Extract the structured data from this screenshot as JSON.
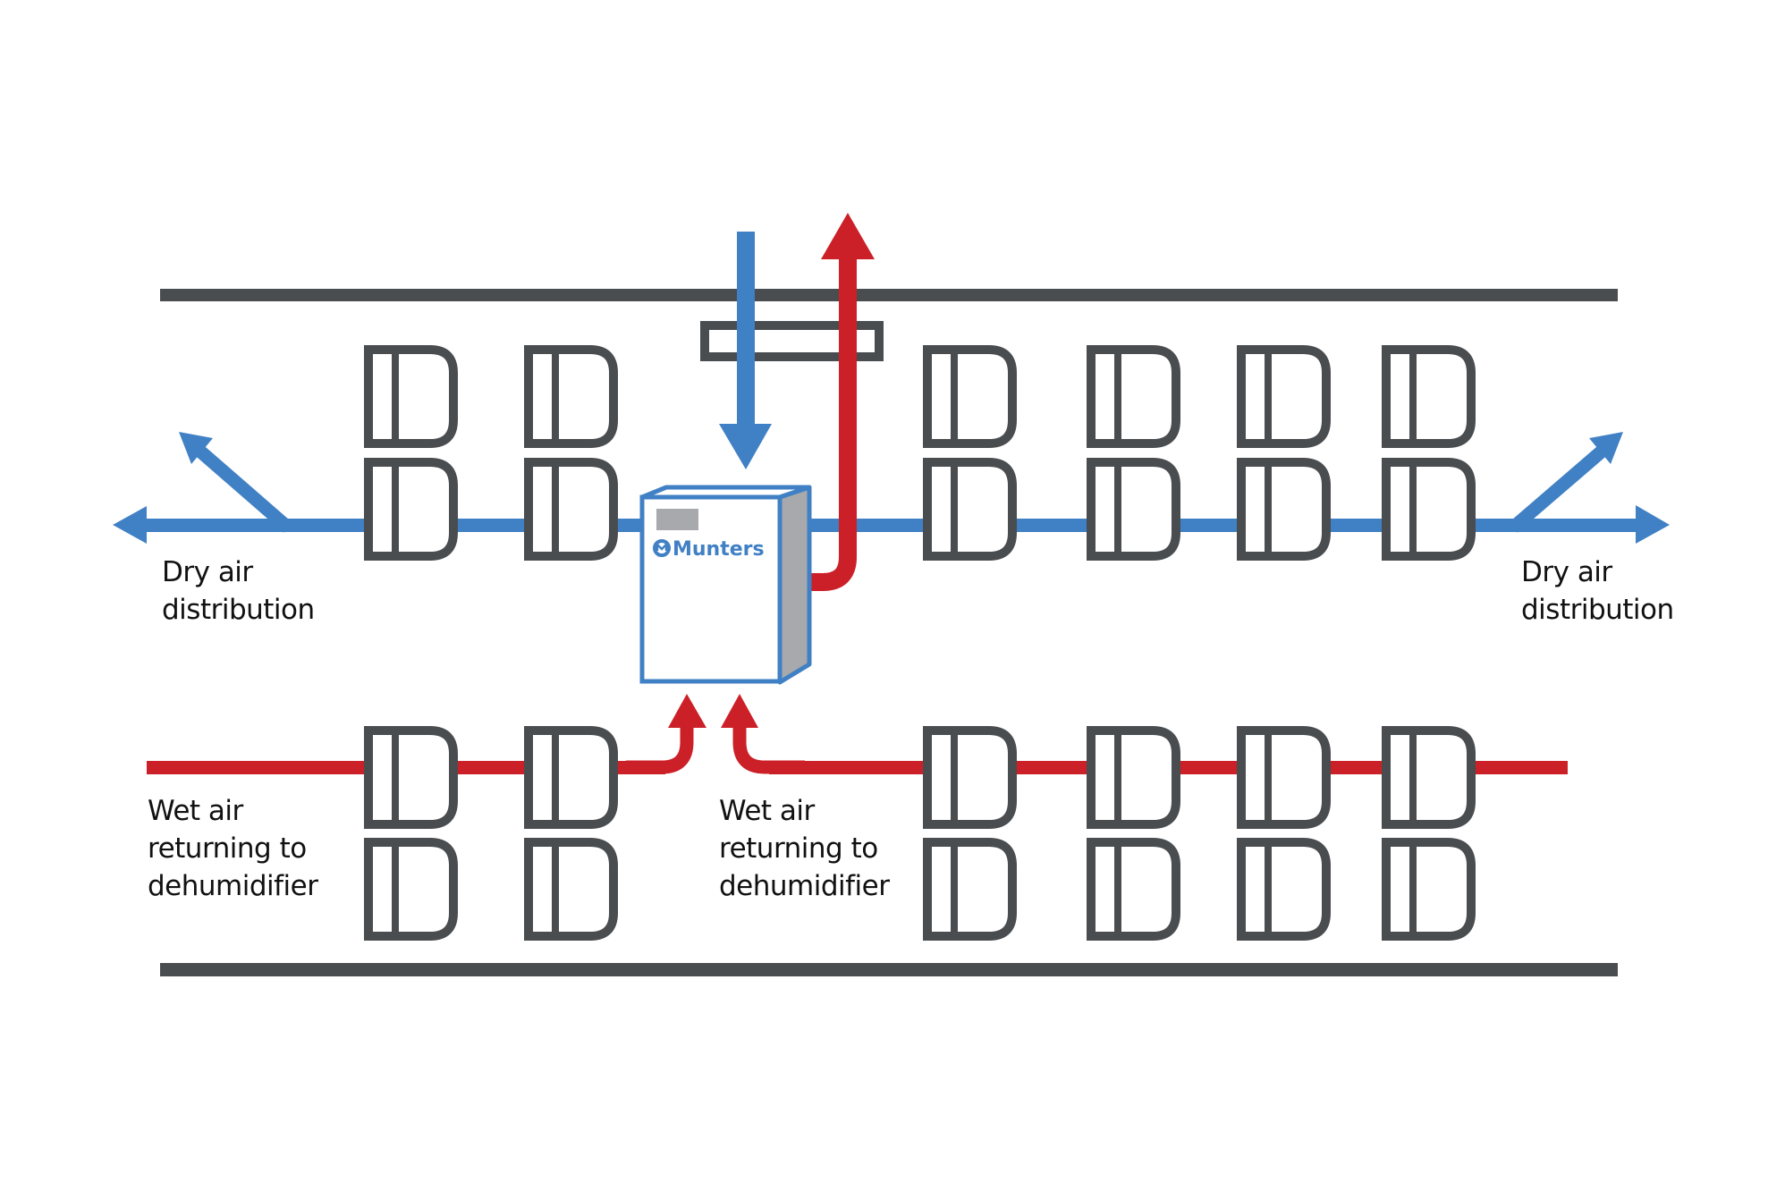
{
  "diagram": {
    "title": "Dehumidifier air distribution layout",
    "colors": {
      "dry_air": "#4080C4",
      "wet_air": "#CC2028",
      "structure": "#4A4D50",
      "unit_side": "#A7A9AC",
      "text": "#111111"
    },
    "unit": {
      "brand": "Munters",
      "icon": "munters-logo-icon"
    },
    "labels": {
      "dry_left": [
        "Dry air",
        "distribution"
      ],
      "dry_right": [
        "Dry air",
        "distribution"
      ],
      "wet_left": [
        "Wet air",
        "returning to",
        "dehumidifier"
      ],
      "wet_center": [
        "Wet air",
        "returning to",
        "dehumidifier"
      ]
    },
    "rack_rows": {
      "upper": {
        "columns": 6,
        "stack": 2,
        "airflow": "dry"
      },
      "lower": {
        "columns": 6,
        "stack": 2,
        "airflow": "wet"
      }
    },
    "flows": [
      {
        "name": "outside-air-intake",
        "type": "dry",
        "direction": "down"
      },
      {
        "name": "exhaust-out",
        "type": "wet",
        "direction": "up"
      },
      {
        "name": "dry-air-distribution-left",
        "type": "dry",
        "direction": "left"
      },
      {
        "name": "dry-air-distribution-right",
        "type": "dry",
        "direction": "right"
      },
      {
        "name": "wet-air-return-left",
        "type": "wet",
        "direction": "up"
      },
      {
        "name": "wet-air-return-right",
        "type": "wet",
        "direction": "up"
      }
    ]
  }
}
